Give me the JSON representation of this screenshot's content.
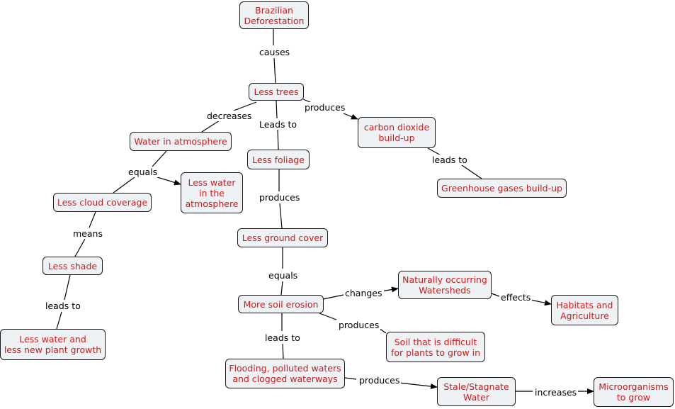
{
  "concepts": {
    "brazilian_deforestation": "Brazilian\nDeforestation",
    "less_trees": "Less trees",
    "water_in_atmosphere": "Water in atmosphere",
    "less_foliage": "Less foliage",
    "carbon_dioxide": "carbon dioxide\nbuild-up",
    "greenhouse": "Greenhouse gases build-up",
    "less_water_atmosphere": "Less water\nin the\natmosphere",
    "less_cloud": "Less cloud coverage",
    "less_ground_cover": "Less ground cover",
    "less_shade": "Less shade",
    "more_soil_erosion": "More soil erosion",
    "naturally_occurring": "Naturally occurring\nWatersheds",
    "habitats": "Habitats and\nAgriculture",
    "soil_difficult": "Soil that is difficult\nfor plants to grow in",
    "less_water_growth": "Less water and\nless new plant growth",
    "flooding": "Flooding, polluted waters\nand clogged waterways",
    "stale_water": "Stale/Stagnate\nWater",
    "microorganisms": "Microorganisms\nto grow"
  },
  "links": {
    "causes": "causes",
    "decreases": "decreases",
    "leads_to_foliage": "Leads to",
    "produces_co2": "produces",
    "leads_to_greenhouse": "leads to",
    "equals_water": "equals",
    "produces_ground": "produces",
    "means": "means",
    "equals_erosion": "equals",
    "changes": "changes",
    "effects": "effects",
    "produces_soil": "produces",
    "leads_to_growth": "leads to",
    "leads_to_flooding": "leads to",
    "produces_stale": "produces",
    "increases": "increases"
  }
}
